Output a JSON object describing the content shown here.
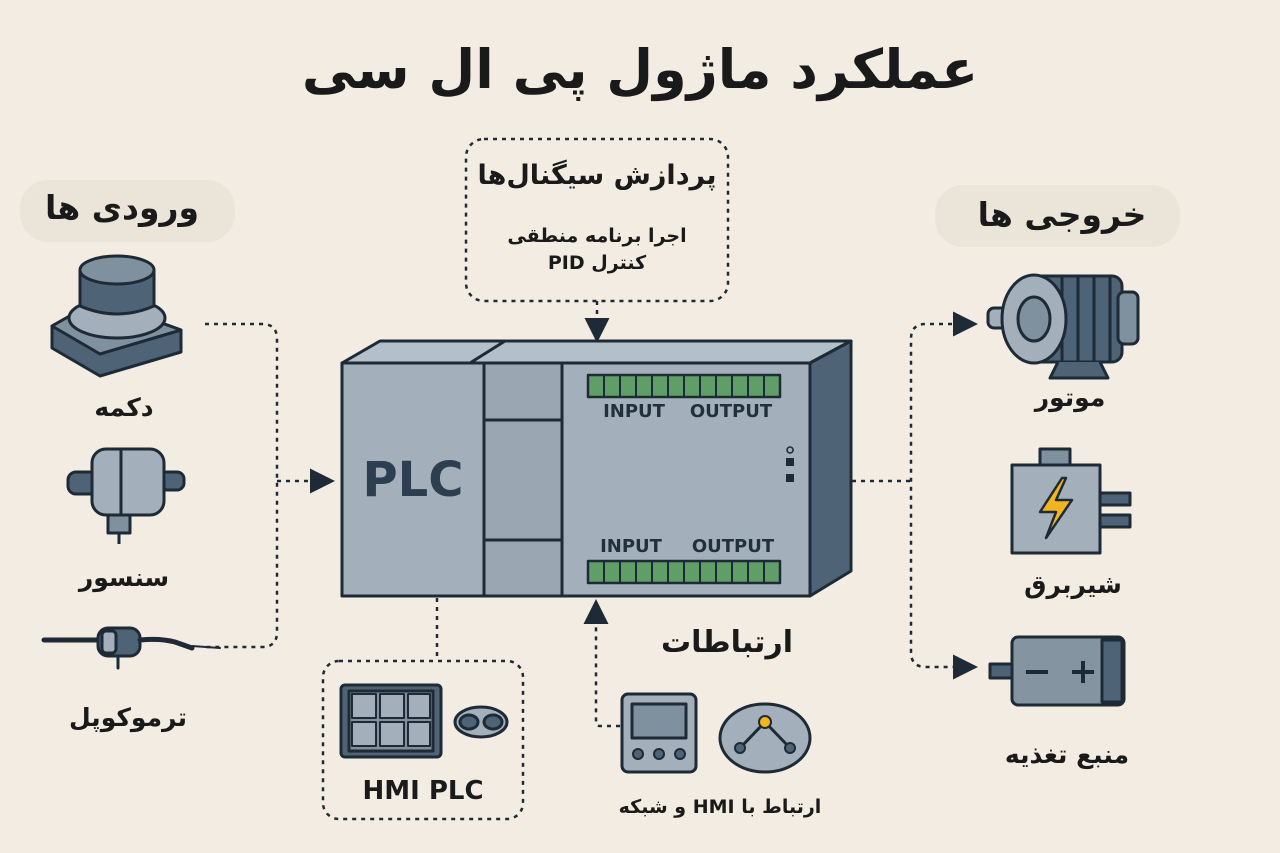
{
  "title": "عملکرد ماژول پی ال سی",
  "processing": {
    "title": "پردازش سیگنال‌ها",
    "line1": "اجرا برنامه منطقی",
    "line2": "کنترل PID"
  },
  "inputs": {
    "title": "ورودی ها",
    "items": [
      "دکمه",
      "سنسور",
      "ترموکوپل"
    ]
  },
  "outputs": {
    "title": "خروجی ها",
    "items": [
      "موتور",
      "شیربرق",
      "منبع تغذیه"
    ]
  },
  "plc": {
    "label": "PLC",
    "top_input": "INPUT",
    "top_output": "OUTPUT",
    "bottom_input": "INPUT",
    "bottom_output": "OUTPUT"
  },
  "communication": {
    "title": "ارتباطات",
    "description": "ارتباط با HMI و شبکه"
  },
  "hmi": {
    "label": "HMI PLC"
  },
  "colors": {
    "background": "#f3ece2",
    "device_body": "#a3b0bb",
    "device_dark": "#4e6376",
    "outline": "#1e2a36",
    "terminal_green": "#5f9e66",
    "bolt_yellow": "#f2b51f"
  }
}
